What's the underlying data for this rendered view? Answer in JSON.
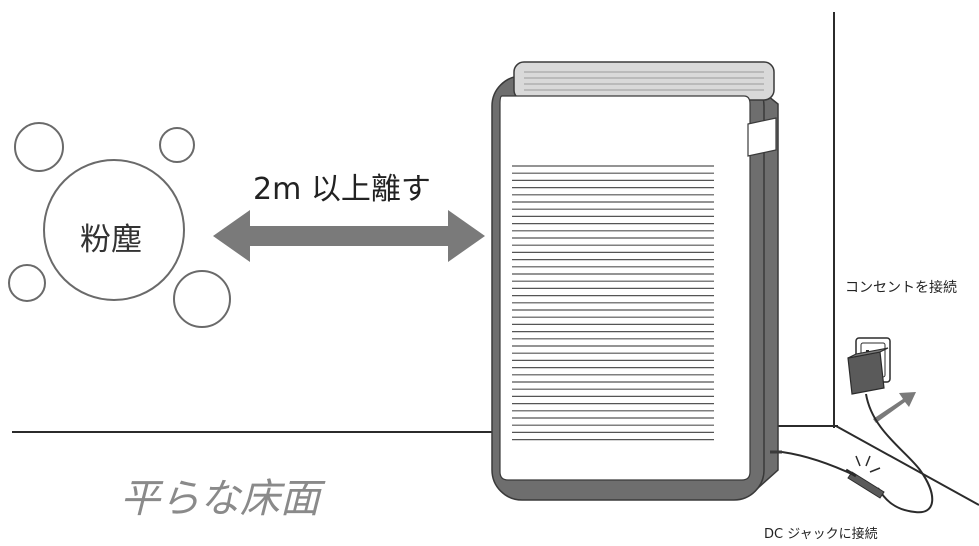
{
  "diagram": {
    "dust_label": "粉塵",
    "distance_label": "2m 以上離す",
    "floor_label": "平らな床面",
    "outlet_label": "コンセントを接続",
    "dc_jack_label": "DC ジャックに接続",
    "colors": {
      "line": "#2b2b2b",
      "arrow": "#7a7a7a",
      "device_frame": "#6e6e6e",
      "device_panel": "#ffffff",
      "adapter": "#5a5a5a",
      "circle": "#6a6a6a"
    }
  }
}
